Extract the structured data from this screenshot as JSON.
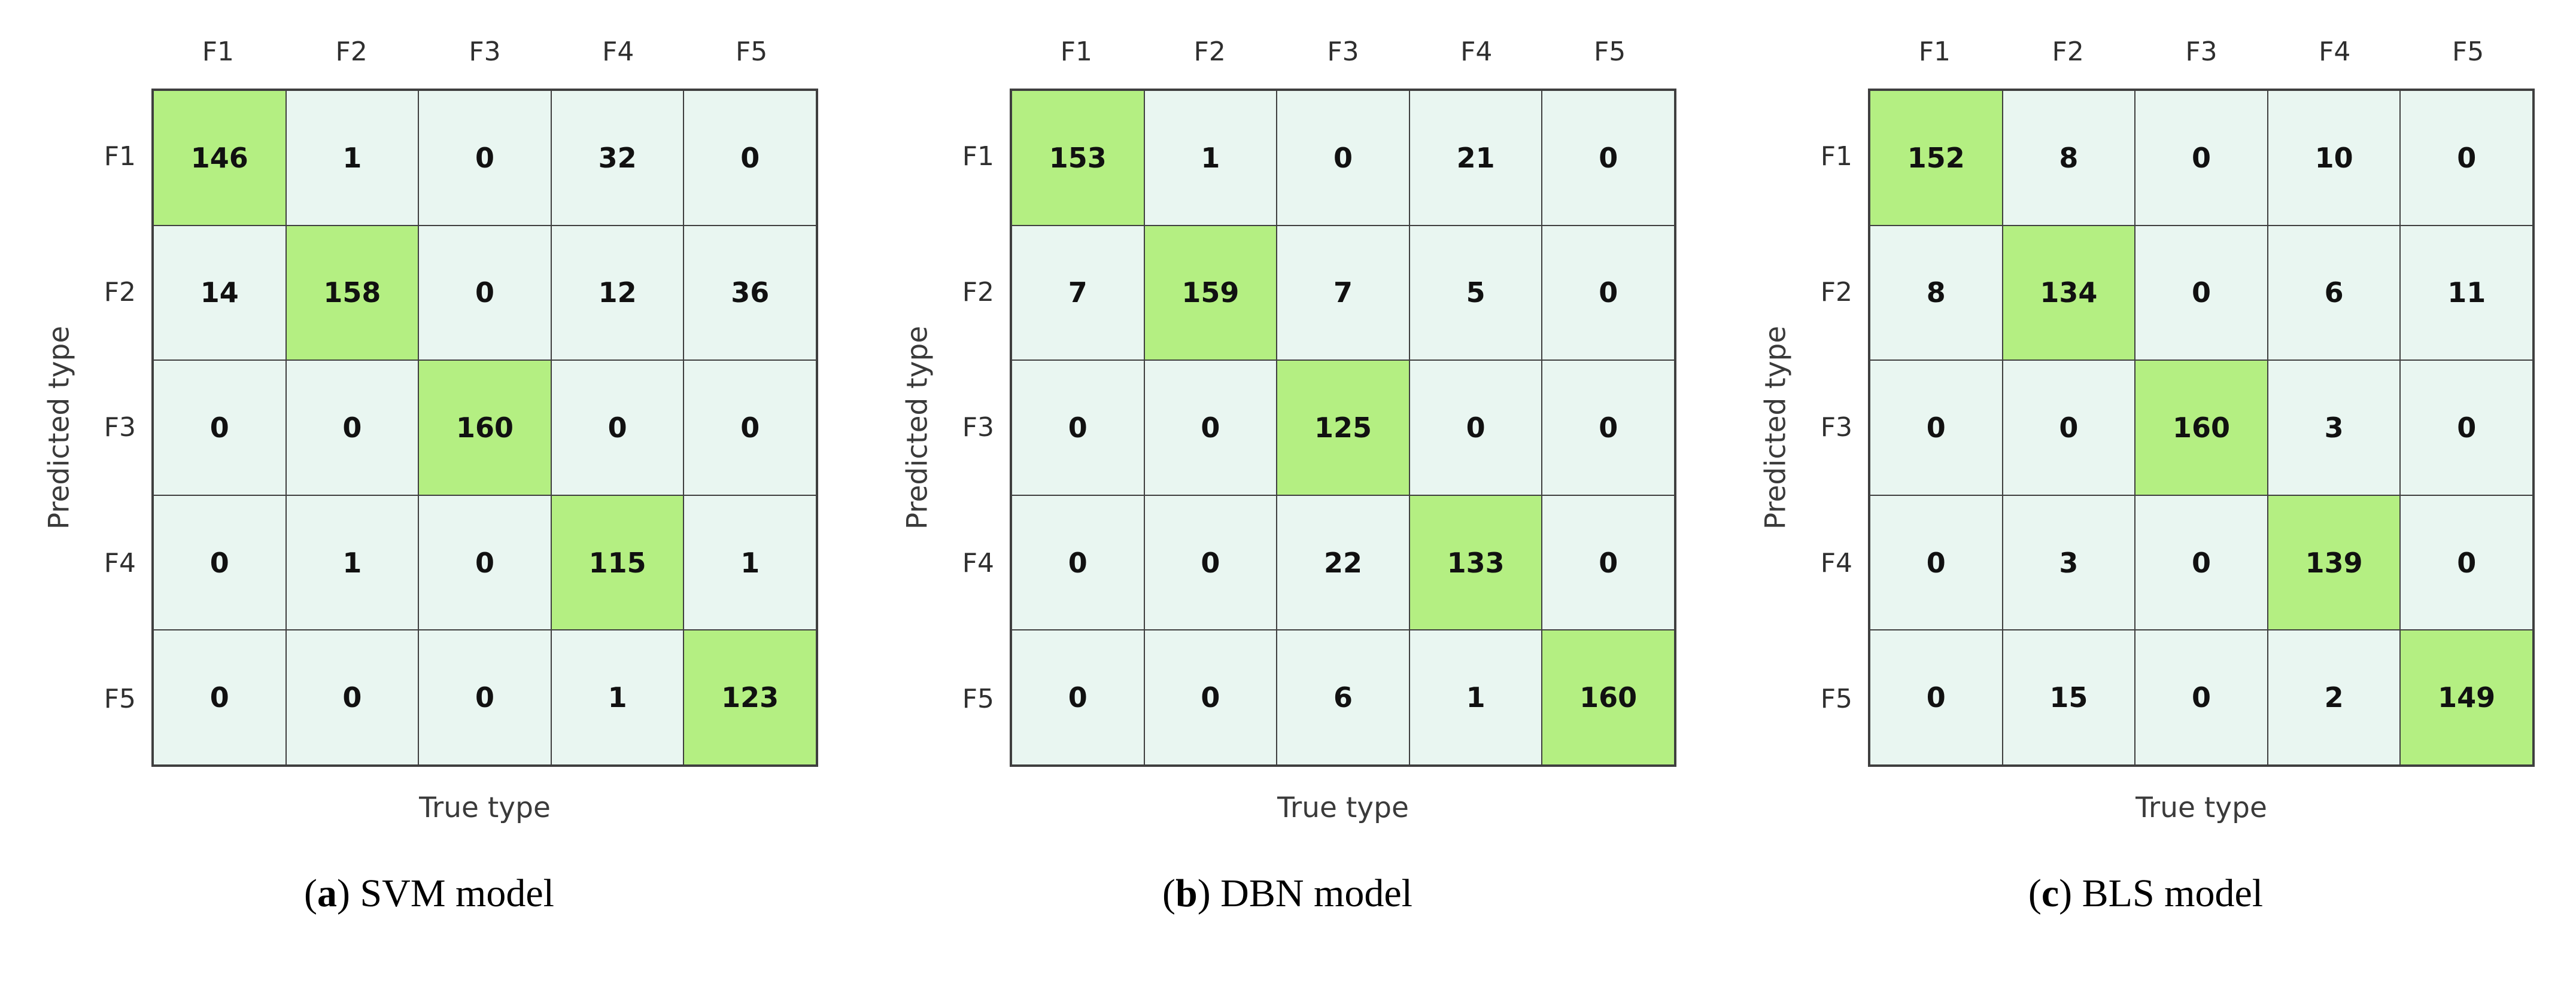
{
  "figure": {
    "x_axis_label": "True type",
    "y_axis_label": "Predicted type",
    "class_labels": [
      "F1",
      "F2",
      "F3",
      "F4",
      "F5"
    ],
    "colors": {
      "diagonal_cell": "#b4ef82",
      "off_diagonal_cell": "#e9f6f1",
      "grid_border": "#3f3f3f",
      "header_text": "#2f2f2f",
      "axis_text": "#3a3a3a",
      "value_text": "#111111"
    }
  },
  "chart_data": [
    {
      "type": "heatmap",
      "title": "(a) SVM model",
      "caption_prefix": "(",
      "caption_letter": "a",
      "caption_suffix": ")",
      "caption_text": "SVM model",
      "xlabel": "True type",
      "ylabel": "Predicted type",
      "x_categories": [
        "F1",
        "F2",
        "F3",
        "F4",
        "F5"
      ],
      "y_categories": [
        "F1",
        "F2",
        "F3",
        "F4",
        "F5"
      ],
      "rows": [
        [
          146,
          1,
          0,
          32,
          0
        ],
        [
          14,
          158,
          0,
          12,
          36
        ],
        [
          0,
          0,
          160,
          0,
          0
        ],
        [
          0,
          1,
          0,
          115,
          1
        ],
        [
          0,
          0,
          0,
          1,
          123
        ]
      ]
    },
    {
      "type": "heatmap",
      "title": "(b) DBN model",
      "caption_prefix": "(",
      "caption_letter": "b",
      "caption_suffix": ")",
      "caption_text": "DBN model",
      "xlabel": "True type",
      "ylabel": "Predicted type",
      "x_categories": [
        "F1",
        "F2",
        "F3",
        "F4",
        "F5"
      ],
      "y_categories": [
        "F1",
        "F2",
        "F3",
        "F4",
        "F5"
      ],
      "rows": [
        [
          153,
          1,
          0,
          21,
          0
        ],
        [
          7,
          159,
          7,
          5,
          0
        ],
        [
          0,
          0,
          125,
          0,
          0
        ],
        [
          0,
          0,
          22,
          133,
          0
        ],
        [
          0,
          0,
          6,
          1,
          160
        ]
      ]
    },
    {
      "type": "heatmap",
      "title": "(c) BLS model",
      "caption_prefix": "(",
      "caption_letter": "c",
      "caption_suffix": ")",
      "caption_text": "BLS model",
      "xlabel": "True type",
      "ylabel": "Predicted type",
      "x_categories": [
        "F1",
        "F2",
        "F3",
        "F4",
        "F5"
      ],
      "y_categories": [
        "F1",
        "F2",
        "F3",
        "F4",
        "F5"
      ],
      "rows": [
        [
          152,
          8,
          0,
          10,
          0
        ],
        [
          8,
          134,
          0,
          6,
          11
        ],
        [
          0,
          0,
          160,
          3,
          0
        ],
        [
          0,
          3,
          0,
          139,
          0
        ],
        [
          0,
          15,
          0,
          2,
          149
        ]
      ]
    }
  ]
}
